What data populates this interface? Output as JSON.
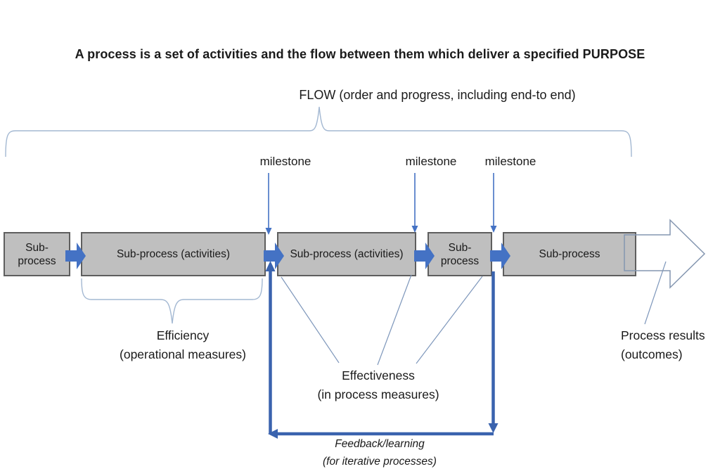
{
  "title": "A process is a set of activities and the flow between them which deliver a specified PURPOSE",
  "flow_label": "FLOW (order and progress, including end-to end)",
  "milestones": [
    {
      "label": "milestone"
    },
    {
      "label": "milestone"
    },
    {
      "label": "milestone"
    }
  ],
  "boxes": [
    {
      "label": "Sub-process"
    },
    {
      "label": "Sub-process (activities)"
    },
    {
      "label": "Sub-process (activities)"
    },
    {
      "label": "Sub-process"
    },
    {
      "label": "Sub-process"
    }
  ],
  "labels": {
    "efficiency_title": "Efficiency",
    "efficiency_sub": "(operational measures)",
    "effectiveness_title": "Effectiveness",
    "effectiveness_sub": "(in process measures)",
    "process_results_title": "Process results",
    "process_results_sub": "(outcomes)",
    "feedback_title": "Feedback/learning",
    "feedback_sub": "(for iterative processes)"
  },
  "colors": {
    "text": "#1A1A1A",
    "box-fill": "#BFBFBF",
    "box-border": "#5E5E5E",
    "arrow-blue": "#4472C4",
    "line-blue": "#3A63AE",
    "brace-blue": "#A3B8D2",
    "connector-blue": "#7E97BB",
    "outline-arrow": "#8496B0"
  }
}
